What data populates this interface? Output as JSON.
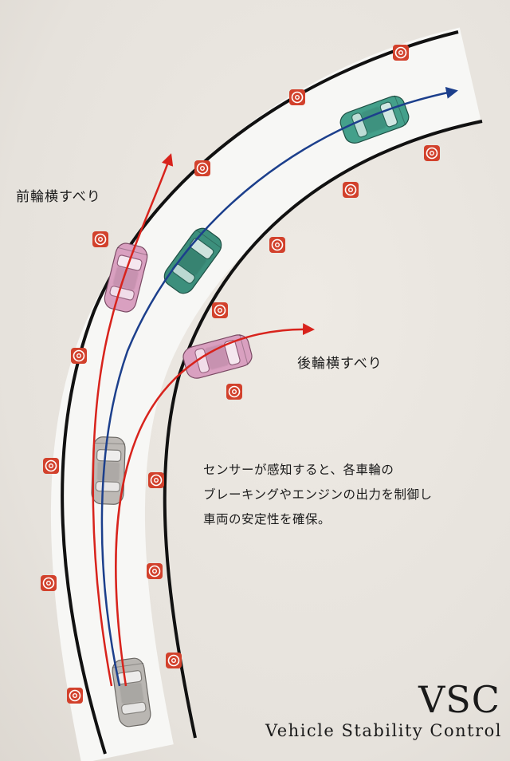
{
  "labels": {
    "front_slip": "前輪横すべり",
    "rear_slip": "後輪横すべり"
  },
  "description": [
    "センサーが感知すると、各車輪の",
    "ブレーキングやエンジンの出力を制御し",
    "車両の安定性を確保。"
  ],
  "title": "VSC",
  "subtitle": "Vehicle Stability Control",
  "colors": {
    "road": "#f7f7f5",
    "road_edge": "#111111",
    "red_path": "#d8231c",
    "blue_path": "#1c3f8c",
    "pink_car": "#d9a0c0",
    "green_car": "#3c8f7c",
    "gray_car": "#b9b6b2",
    "cone": "#d2412c"
  },
  "icons": [
    "traffic-cone-icon",
    "car-icon"
  ]
}
